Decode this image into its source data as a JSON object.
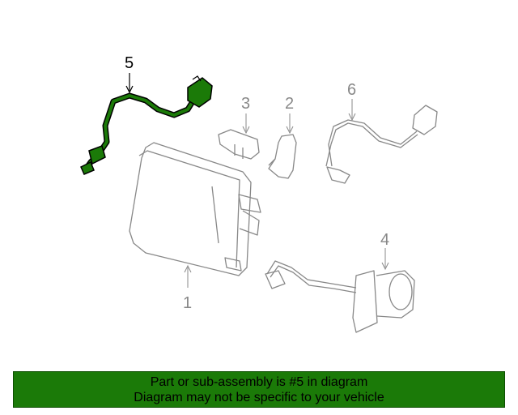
{
  "callouts": {
    "c1": "1",
    "c2": "2",
    "c3": "3",
    "c4": "4",
    "c5": "5",
    "c6": "6"
  },
  "banner": {
    "line1": "Part or sub-assembly is #5 in diagram",
    "line2": "Diagram may not be specific to your vehicle"
  },
  "colors": {
    "highlight": "#1b7a08",
    "banner_bg": "#1b7a08",
    "line_art": "#888888"
  }
}
